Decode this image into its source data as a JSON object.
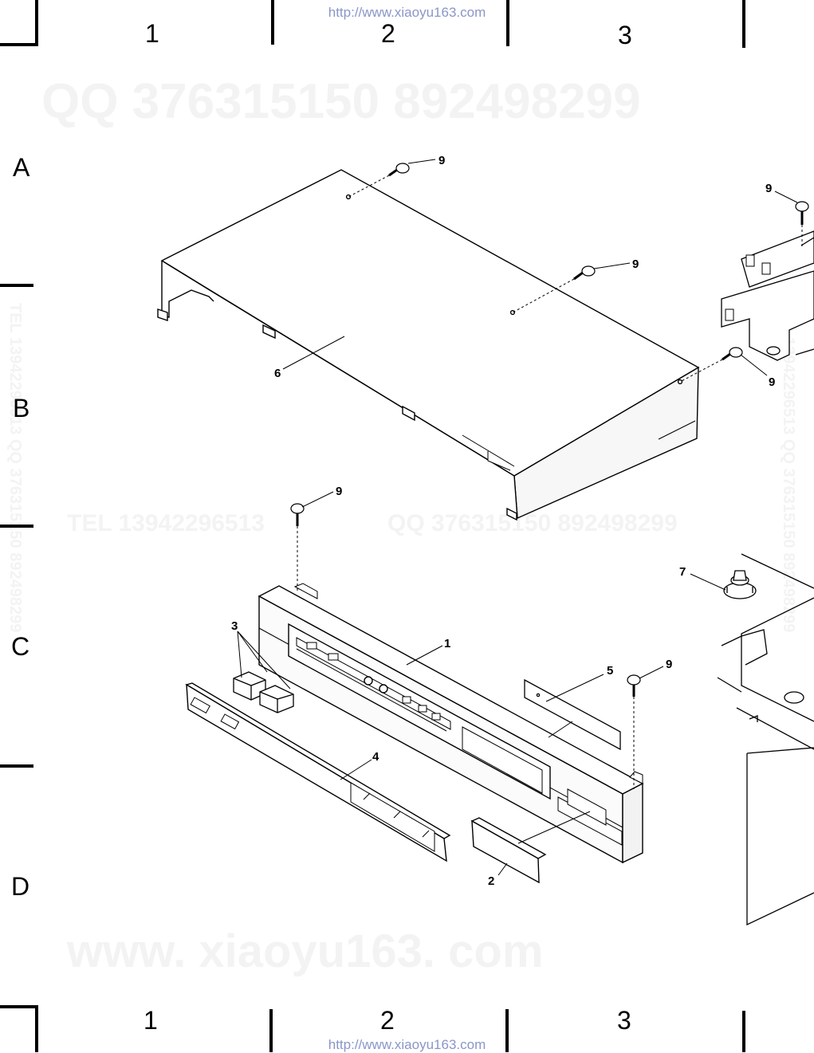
{
  "header": {
    "url": "http://www.xiaoyu163.com"
  },
  "footer": {
    "url": "http://www.xiaoyu163.com"
  },
  "grid": {
    "columns": [
      "1",
      "2",
      "3"
    ],
    "rows": [
      "A",
      "B",
      "C",
      "D"
    ]
  },
  "watermarks": {
    "qq_top": "QQ 376315150    892498299",
    "tel_mid": "TEL  13942296513",
    "qq_mid": "QQ  376315150  892498299",
    "site": "www. xiaoyu163. com",
    "side_left": "TEL 13942296513  QQ 376315150 892498299",
    "side_right": "TEL 13942296513  QQ 376315150 892498299"
  },
  "callouts": {
    "c1": "1",
    "c2": "2",
    "c3": "3",
    "c4": "4",
    "c5": "5",
    "c6": "6",
    "c7": "7",
    "c9a": "9",
    "c9b": "9",
    "c9c": "9",
    "c9d": "9",
    "c9e": "9",
    "c9f": "9"
  }
}
